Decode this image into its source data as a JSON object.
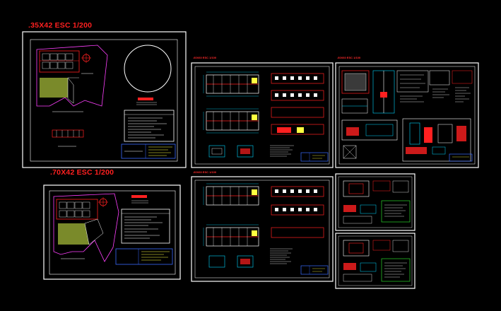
{
  "drawing": {
    "background": "#000000",
    "colors": {
      "frame": "#ffffff",
      "red": "#ff2020",
      "cyan": "#00d8ff",
      "yellow": "#ffff40",
      "green": "#2bd62b",
      "magenta": "#ff40ff",
      "blue": "#3a6bff",
      "olive": "#7a8a2a"
    },
    "sheet_labels": {
      "sheet_1": ".35X42 ESC 1/200",
      "sheet_2": ".70X42 ESC 1/200",
      "sheet_3": ".60X60 ESC 1/100",
      "sheet_4": ".60X60 ESC 1/100",
      "sheet_5": ".60X60 ESC 1/100"
    }
  }
}
